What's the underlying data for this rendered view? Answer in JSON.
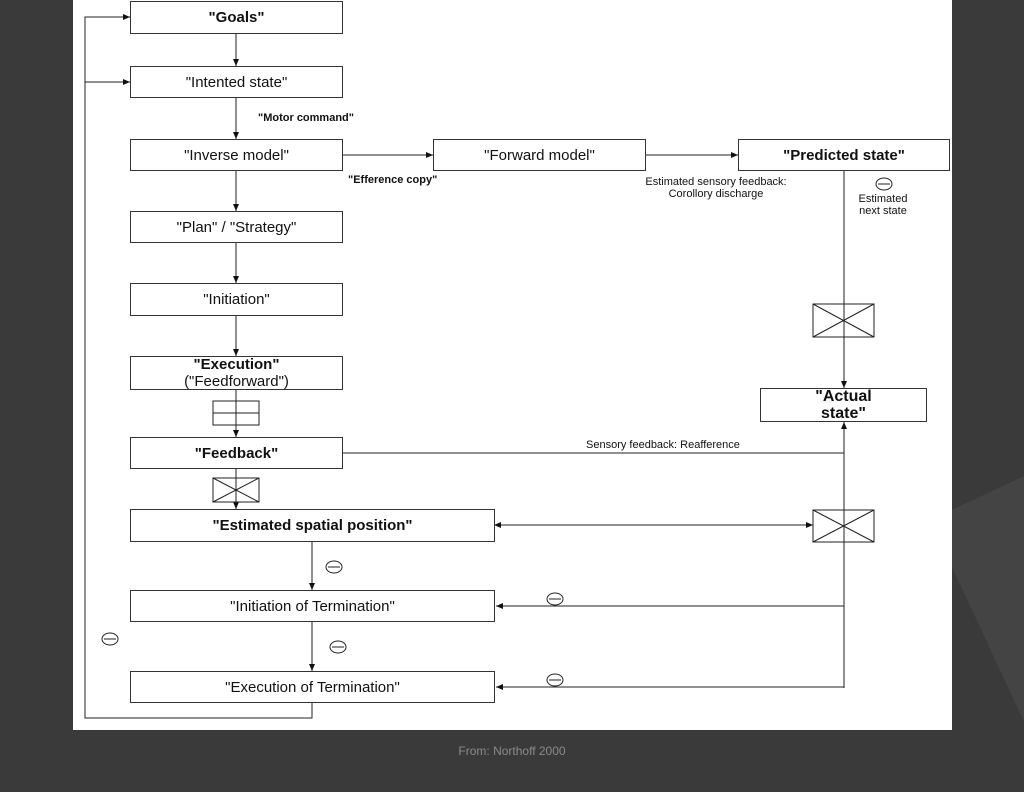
{
  "slide": {
    "footer": "From: Northoff 2000"
  },
  "diagram": {
    "boxes": {
      "goals": "\"Goals\"",
      "intended_state": "\"Intented state\"",
      "inverse_model": "\"Inverse model\"",
      "forward_model": "\"Forward model\"",
      "predicted_state": "\"Predicted state\"",
      "plan_strategy": "\"Plan\" /  \"Strategy\"",
      "initiation": "\"Initiation\"",
      "execution_line1": "\"Execution\"",
      "execution_line2": "(\"Feedforward\")",
      "actual_state_line1": "\"Actual",
      "actual_state_line2": "state\"",
      "feedback": "\"Feedback\"",
      "estimated_spatial_position": "\"Estimated spatial position\"",
      "initiation_of_termination": "\"Initiation of Termination\"",
      "execution_of_termination": "\"Execution of Termination\""
    },
    "labels": {
      "motor_command": "\"Motor command\"",
      "efference_copy": "\"Efference copy\"",
      "estimated_sensory_feedback": "Estimated sensory feedback:",
      "corollary_discharge": "Corollory discharge",
      "estimated_next_state_1": "Estimated",
      "estimated_next_state_2": "next state",
      "sensory_feedback": "Sensory feedback: Reafference"
    }
  }
}
